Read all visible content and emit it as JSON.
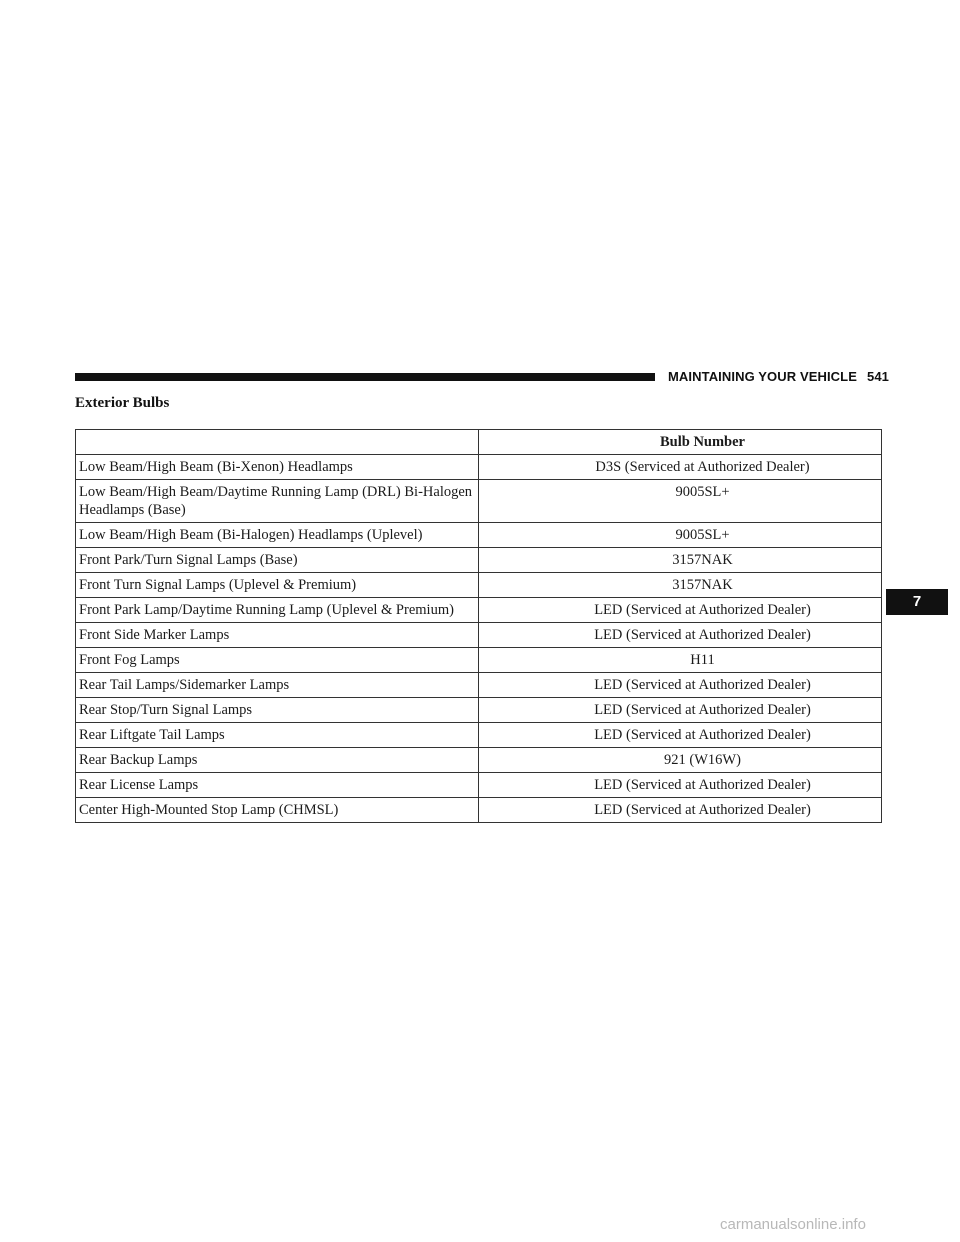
{
  "header": {
    "title": "MAINTAINING YOUR VEHICLE",
    "page_number": "541"
  },
  "section": {
    "title": "Exterior Bulbs"
  },
  "table": {
    "columns": [
      "",
      "Bulb Number"
    ],
    "rows": [
      {
        "lamp": "Low Beam/High Beam (Bi-Xenon) Headlamps",
        "bulb": "D3S (Serviced at Authorized Dealer)"
      },
      {
        "lamp": "Low Beam/High Beam/Daytime Running Lamp (DRL) Bi-Halogen Headlamps (Base)",
        "bulb": "9005SL+"
      },
      {
        "lamp": "Low Beam/High Beam (Bi-Halogen) Headlamps (Uplevel)",
        "bulb": "9005SL+"
      },
      {
        "lamp": "Front Park/Turn Signal Lamps (Base)",
        "bulb": "3157NAK"
      },
      {
        "lamp": "Front Turn Signal Lamps (Uplevel & Premium)",
        "bulb": "3157NAK"
      },
      {
        "lamp": "Front Park Lamp/Daytime Running Lamp (Uplevel & Premium)",
        "bulb": "LED (Serviced at Authorized Dealer)"
      },
      {
        "lamp": "Front Side Marker Lamps",
        "bulb": "LED (Serviced at Authorized Dealer)"
      },
      {
        "lamp": "Front Fog Lamps",
        "bulb": "H11"
      },
      {
        "lamp": "Rear Tail Lamps/Sidemarker Lamps",
        "bulb": "LED (Serviced at Authorized Dealer)"
      },
      {
        "lamp": "Rear Stop/Turn Signal Lamps",
        "bulb": "LED (Serviced at Authorized Dealer)"
      },
      {
        "lamp": "Rear Liftgate Tail Lamps",
        "bulb": "LED (Serviced at Authorized Dealer)"
      },
      {
        "lamp": "Rear Backup Lamps",
        "bulb": "921 (W16W)"
      },
      {
        "lamp": "Rear License Lamps",
        "bulb": "LED (Serviced at Authorized Dealer)"
      },
      {
        "lamp": "Center High-Mounted Stop Lamp (CHMSL)",
        "bulb": "LED (Serviced at Authorized Dealer)"
      }
    ]
  },
  "chapter_tab": {
    "label": "7"
  },
  "watermark": {
    "text": "carmanualsonline.info"
  },
  "colors": {
    "rule": "#111111",
    "tab_background": "#111111",
    "tab_text": "#ffffff",
    "watermark": "#b8b8b8"
  }
}
